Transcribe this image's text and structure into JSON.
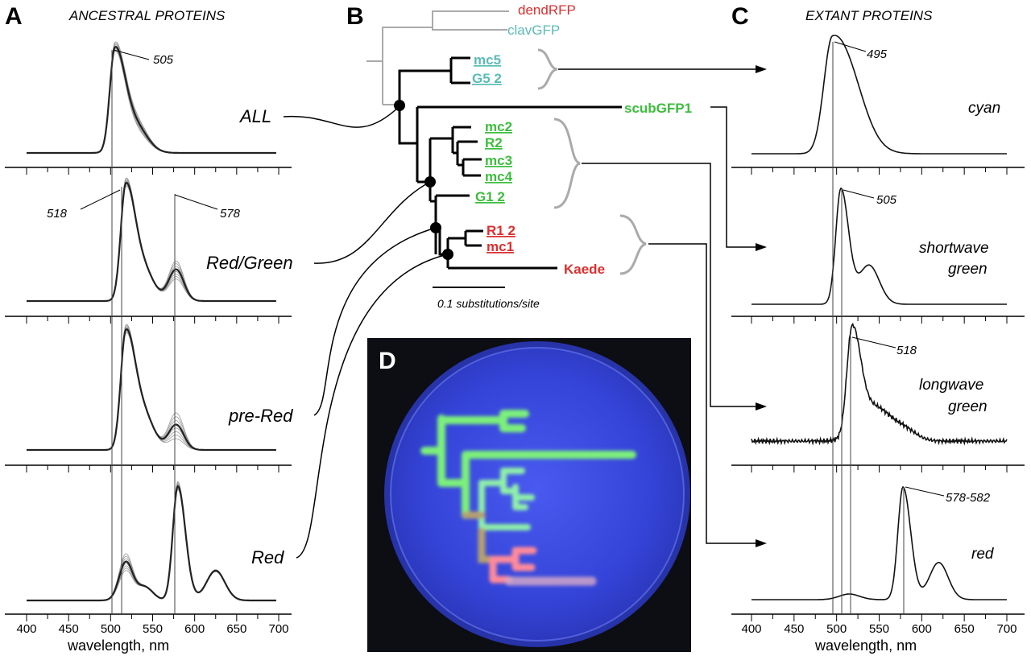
{
  "panels": {
    "a": {
      "letter": "A",
      "heading": "ANCESTRAL PROTEINS"
    },
    "b": {
      "letter": "B"
    },
    "c": {
      "letter": "C",
      "heading": "EXTANT PROTEINS"
    },
    "d": {
      "letter": "D"
    }
  },
  "ancestral_labels": [
    "ALL",
    "Red/Green",
    "pre-Red",
    "Red"
  ],
  "ancestral_peaks": {
    "all": "505",
    "redgreen_left": "518",
    "redgreen_right": "578"
  },
  "extant_labels": {
    "cyan": "cyan",
    "shortwave": [
      "shortwave",
      "green"
    ],
    "longwave": [
      "longwave",
      "green"
    ],
    "red": "red"
  },
  "extant_peaks": {
    "cyan": "495",
    "shortwave": "505",
    "longwave": "518",
    "red": "578-582"
  },
  "axis": {
    "ticks": [
      "400",
      "450",
      "500",
      "550",
      "600",
      "650",
      "700"
    ],
    "title": "wavelength, nm"
  },
  "tree": {
    "outgroups": [
      "dendRFP",
      "clavGFP"
    ],
    "cyan_clade": [
      "mc5",
      "G5 2"
    ],
    "scub": "scubGFP1",
    "green_clade": [
      "mc2",
      "R2",
      "mc3",
      "mc4",
      "G1 2"
    ],
    "red_clade": [
      "R1 2",
      "mc1"
    ],
    "kaede": "Kaede",
    "scale_label": "0.1 substitutions/site"
  },
  "colors": {
    "red_taxon": "#dc2f2f",
    "teal_taxon": "#5bbcb6",
    "green_taxon": "#3dbd3d",
    "gray_line": "#aaaaaa",
    "plate_bg": "#0d0d14",
    "plate_blue": "#3444d8"
  },
  "chart_data": [
    {
      "type": "line",
      "title": "ANCESTRAL PROTEINS",
      "xlabel": "wavelength, nm",
      "xlim": [
        390,
        710
      ],
      "x_ticks": [
        400,
        450,
        500,
        550,
        600,
        650,
        700
      ],
      "series": [
        {
          "name": "ALL",
          "peaks": [
            505
          ]
        },
        {
          "name": "Red/Green",
          "peaks": [
            518,
            578
          ]
        },
        {
          "name": "pre-Red",
          "peaks": [
            518,
            578
          ]
        },
        {
          "name": "Red",
          "peaks": [
            518,
            578
          ]
        }
      ]
    },
    {
      "type": "line",
      "title": "EXTANT PROTEINS",
      "xlabel": "wavelength, nm",
      "xlim": [
        390,
        710
      ],
      "x_ticks": [
        400,
        450,
        500,
        550,
        600,
        650,
        700
      ],
      "series": [
        {
          "name": "cyan",
          "peaks": [
            495
          ]
        },
        {
          "name": "shortwave green",
          "peaks": [
            505
          ]
        },
        {
          "name": "longwave green",
          "peaks": [
            518
          ]
        },
        {
          "name": "red",
          "peaks": [
            578
          ]
        }
      ]
    }
  ]
}
